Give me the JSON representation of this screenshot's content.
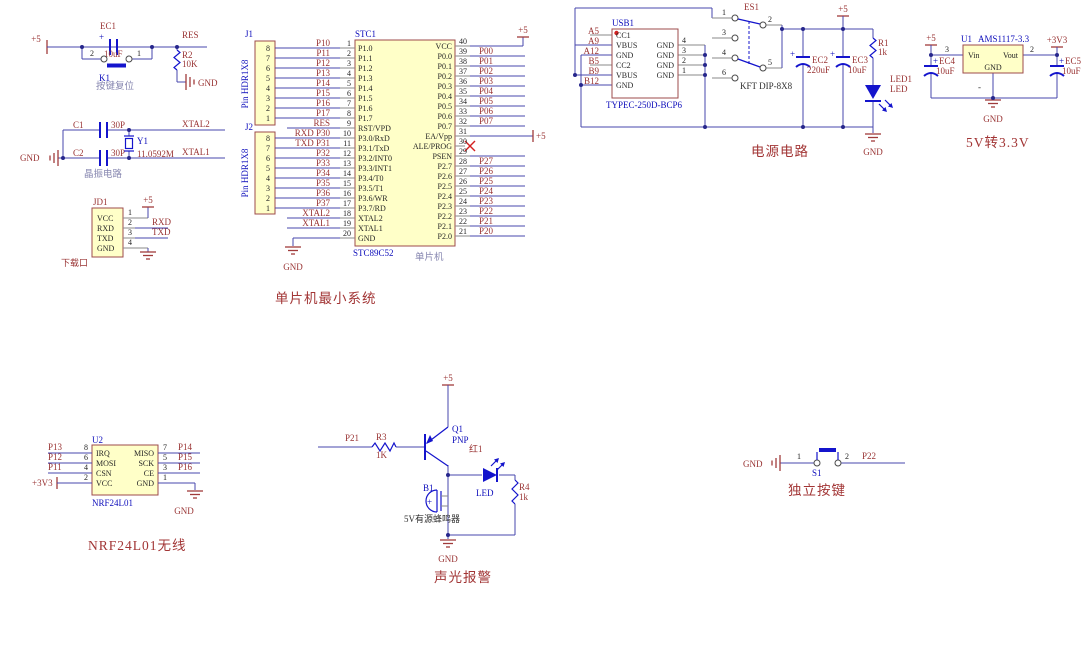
{
  "reset_circuit": {
    "power_net": "+5",
    "cap": {
      "ref": "EC1",
      "plus": "+",
      "value": "10uF"
    },
    "button": {
      "ref": "K1",
      "pin_left": "2",
      "pin_right": "1"
    },
    "net_res": "RES",
    "resistor": {
      "ref": "R2",
      "value": "10K"
    },
    "gnd": "GND",
    "caption": "按键复位"
  },
  "crystal_circuit": {
    "gnd": "GND",
    "c1": {
      "ref": "C1",
      "value": "30P"
    },
    "c2": {
      "ref": "C2",
      "value": "30P"
    },
    "crystal": {
      "ref": "Y1",
      "value": "11.0592M"
    },
    "net_xtal2": "XTAL2",
    "net_xtal1": "XTAL1",
    "caption": "晶振电路"
  },
  "download_port": {
    "ref": "JD1",
    "pins": [
      {
        "name": "VCC",
        "num": "1"
      },
      {
        "name": "RXD",
        "num": "2"
      },
      {
        "name": "TXD",
        "num": "3"
      },
      {
        "name": "GND",
        "num": "4"
      }
    ],
    "power_net": "+5",
    "net_rxd": "RXD",
    "net_txd": "TXD",
    "caption": "下载口"
  },
  "mcu_system": {
    "caption": "单片机最小系统",
    "label": "单片机",
    "gnd": "GND",
    "power_net_top": "+5",
    "chip": {
      "ref": "STC1",
      "part": "STC89C52"
    },
    "j1": {
      "ref": "J1",
      "label": "Pin HDR1X8",
      "pins": [
        "8",
        "7",
        "6",
        "5",
        "4",
        "3",
        "2",
        "1"
      ]
    },
    "j2": {
      "ref": "J2",
      "label": "Pin HDR1X8",
      "pins": [
        "8",
        "7",
        "6",
        "5",
        "4",
        "3",
        "2",
        "1"
      ]
    },
    "left_pins": [
      {
        "net": "P10",
        "num": "1",
        "name": "P1.0"
      },
      {
        "net": "P11",
        "num": "2",
        "name": "P1.1"
      },
      {
        "net": "P12",
        "num": "3",
        "name": "P1.2"
      },
      {
        "net": "P13",
        "num": "4",
        "name": "P1.3"
      },
      {
        "net": "P14",
        "num": "5",
        "name": "P1.4"
      },
      {
        "net": "P15",
        "num": "6",
        "name": "P1.5"
      },
      {
        "net": "P16",
        "num": "7",
        "name": "P1.6"
      },
      {
        "net": "P17",
        "num": "8",
        "name": "P1.7"
      },
      {
        "net": "RES",
        "num": "9",
        "name": "RST/VPD"
      },
      {
        "net": "RXD P30",
        "num": "10",
        "name": "P3.0/RxD"
      },
      {
        "net": "TXD P31",
        "num": "11",
        "name": "P3.1/TxD"
      },
      {
        "net": "P32",
        "num": "12",
        "name": "P3.2/INT0"
      },
      {
        "net": "P33",
        "num": "13",
        "name": "P3.3/INT1"
      },
      {
        "net": "P34",
        "num": "14",
        "name": "P3.4/T0"
      },
      {
        "net": "P35",
        "num": "15",
        "name": "P3.5/T1"
      },
      {
        "net": "P36",
        "num": "16",
        "name": "P3.6/WR"
      },
      {
        "net": "P37",
        "num": "17",
        "name": "P3.7/RD"
      },
      {
        "net": "XTAL2",
        "num": "18",
        "name": "XTAL2"
      },
      {
        "net": "XTAL1",
        "num": "19",
        "name": "XTAL1"
      },
      {
        "net": "",
        "num": "20",
        "name": "GND"
      }
    ],
    "right_pins": [
      {
        "net": "",
        "num": "40",
        "name": "VCC"
      },
      {
        "net": "P00",
        "num": "39",
        "name": "P0.0"
      },
      {
        "net": "P01",
        "num": "38",
        "name": "P0.1"
      },
      {
        "net": "P02",
        "num": "37",
        "name": "P0.2"
      },
      {
        "net": "P03",
        "num": "36",
        "name": "P0.3"
      },
      {
        "net": "P04",
        "num": "35",
        "name": "P0.4"
      },
      {
        "net": "P05",
        "num": "34",
        "name": "P0.5"
      },
      {
        "net": "P06",
        "num": "33",
        "name": "P0.6"
      },
      {
        "net": "P07",
        "num": "32",
        "name": "P0.7"
      },
      {
        "net": "+5",
        "num": "31",
        "name": "EA/Vpp"
      },
      {
        "net": "",
        "num": "30",
        "name": "ALE/PROG"
      },
      {
        "net": "",
        "num": "29",
        "name": "PSEN"
      },
      {
        "net": "P27",
        "num": "28",
        "name": "P2.7"
      },
      {
        "net": "P26",
        "num": "27",
        "name": "P2.6"
      },
      {
        "net": "P25",
        "num": "26",
        "name": "P2.5"
      },
      {
        "net": "P24",
        "num": "25",
        "name": "P2.4"
      },
      {
        "net": "P23",
        "num": "24",
        "name": "P2.3"
      },
      {
        "net": "P22",
        "num": "23",
        "name": "P2.2"
      },
      {
        "net": "P21",
        "num": "22",
        "name": "P2.1"
      },
      {
        "net": "P20",
        "num": "21",
        "name": "P2.0"
      }
    ]
  },
  "power_circuit": {
    "caption": "电源电路",
    "power_net": "+5",
    "gnd": "GND",
    "usb": {
      "ref": "USB1",
      "part": "TYPEC-250D-BCP6",
      "left_pins": [
        {
          "pad": "A5",
          "name": "CC1"
        },
        {
          "pad": "A9",
          "name": "VBUS"
        },
        {
          "pad": "A12",
          "name": "GND"
        },
        {
          "pad": "B5",
          "name": "CC2"
        },
        {
          "pad": "B9",
          "name": "VBUS"
        },
        {
          "pad": "B12",
          "name": "GND"
        }
      ],
      "right_pins": [
        {
          "num": "4",
          "name": "GND"
        },
        {
          "num": "3",
          "name": "GND"
        },
        {
          "num": "2",
          "name": "GND"
        },
        {
          "num": "1",
          "name": "GND"
        }
      ]
    },
    "switch": {
      "ref": "ES1",
      "part": "KFT DIP-8X8",
      "left_pins": [
        "1",
        "3",
        "4",
        "6"
      ],
      "right_pins": [
        "2",
        "5"
      ]
    },
    "ec2": {
      "ref": "EC2",
      "plus": "+",
      "value": "220uF"
    },
    "ec3": {
      "ref": "EC3",
      "plus": "+",
      "value": "10uF"
    },
    "r1": {
      "ref": "R1",
      "value": "1k"
    },
    "led": {
      "ref": "LED1",
      "value": "LED"
    }
  },
  "regulator_circuit": {
    "caption": "5V转3.3V",
    "in_net": "+5",
    "out_net": "+3V3",
    "u1": {
      "ref": "U1",
      "part": "AMS1117-3.3",
      "pin_in_num": "3",
      "pin_out_num": "2",
      "pin_in": "Vin",
      "pin_out": "Vout",
      "pin_gnd": "GND"
    },
    "ec4": {
      "ref": "EC4",
      "plus": "+",
      "value": "10uF"
    },
    "ec5": {
      "ref": "EC5",
      "plus": "+",
      "value": "10uF"
    },
    "minus": "-",
    "gnd": "GND"
  },
  "nrf_circuit": {
    "caption": "NRF24L01无线",
    "u2": {
      "ref": "U2",
      "part": "NRF24L01"
    },
    "left_pins": [
      {
        "net": "P13",
        "num": "8",
        "name": "IRQ"
      },
      {
        "net": "P12",
        "num": "6",
        "name": "MOSI"
      },
      {
        "net": "P11",
        "num": "4",
        "name": "CSN"
      },
      {
        "net": "+3V3",
        "num": "2",
        "name": "VCC"
      }
    ],
    "right_pins": [
      {
        "net": "P14",
        "num": "7",
        "name": "MISO"
      },
      {
        "net": "P15",
        "num": "5",
        "name": "SCK"
      },
      {
        "net": "P16",
        "num": "3",
        "name": "CE"
      },
      {
        "net": "",
        "num": "1",
        "name": "GND"
      }
    ],
    "gnd": "GND"
  },
  "alarm_circuit": {
    "caption": "声光报警",
    "in_net": "P21",
    "power_net": "+5",
    "r3": {
      "ref": "R3",
      "value": "1K"
    },
    "q1": {
      "ref": "Q1",
      "type": "PNP"
    },
    "buzzer": {
      "ref": "B1",
      "plus": "+",
      "label": "5V有源蜂鸣器"
    },
    "led": {
      "ref": "红1",
      "label": "LED"
    },
    "r4": {
      "ref": "R4",
      "value": "1k"
    },
    "gnd": "GND"
  },
  "key_circuit": {
    "caption": "独立按键",
    "gnd": "GND",
    "s1": {
      "ref": "S1",
      "pin_left": "1",
      "pin_right": "2"
    },
    "net": "P22"
  }
}
